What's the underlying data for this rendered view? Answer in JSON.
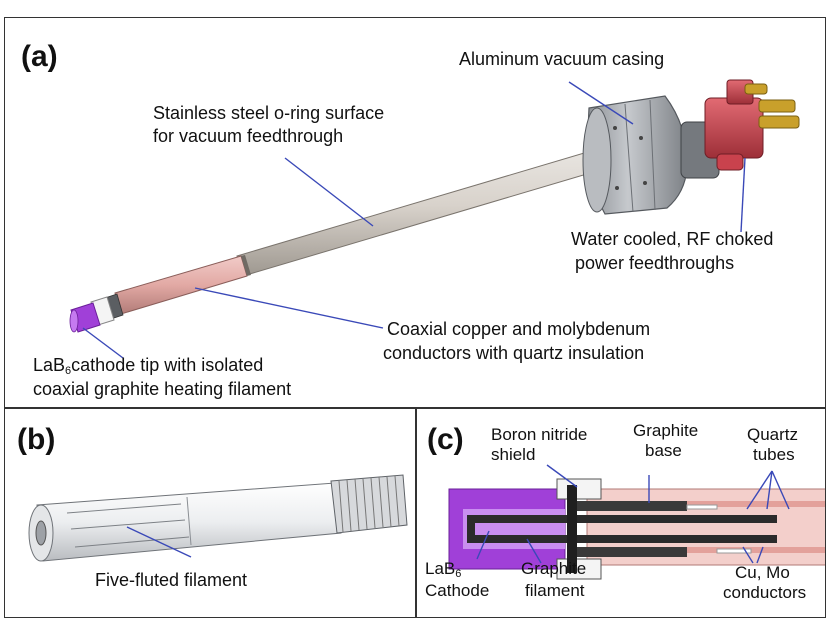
{
  "panel_a": {
    "panel_label": "(a)",
    "labels": {
      "casing": "Aluminum vacuum casing",
      "oring_1": "Stainless steel o-ring surface",
      "oring_2": "for vacuum feedthrough",
      "water_1": "Water cooled, RF choked",
      "water_2": "power feedthroughs",
      "coax_1": "Coaxial copper and molybdenum",
      "coax_2": "conductors with quartz insulation",
      "tip_1a": "LaB",
      "tip_1sub": "6",
      "tip_1b": "cathode tip with isolated",
      "tip_2": "coaxial graphite heating filament"
    }
  },
  "panel_b": {
    "panel_label": "(b)",
    "labels": {
      "filament": "Five-fluted filament"
    }
  },
  "panel_c": {
    "panel_label": "(c)",
    "labels": {
      "boron_1": "Boron nitride",
      "boron_2": "shield",
      "gbase_1": "Graphite",
      "gbase_2": "base",
      "quartz_1": "Quartz",
      "quartz_2": "tubes",
      "lab_a": "LaB",
      "lab_sub": "6",
      "lab_2": "Cathode",
      "gfil_1": "Graphite",
      "gfil_2": "filament",
      "cumo_1": "Cu, Mo",
      "cumo_2": "conductors"
    }
  },
  "colors": {
    "leader_line": "#3a49b8",
    "cathode_purple": "#a040d8",
    "copper_pink": "#e7b1ad",
    "casing_gray": "#a8abb0",
    "fitting_red": "#c9424d",
    "brass": "#c9a02b"
  }
}
